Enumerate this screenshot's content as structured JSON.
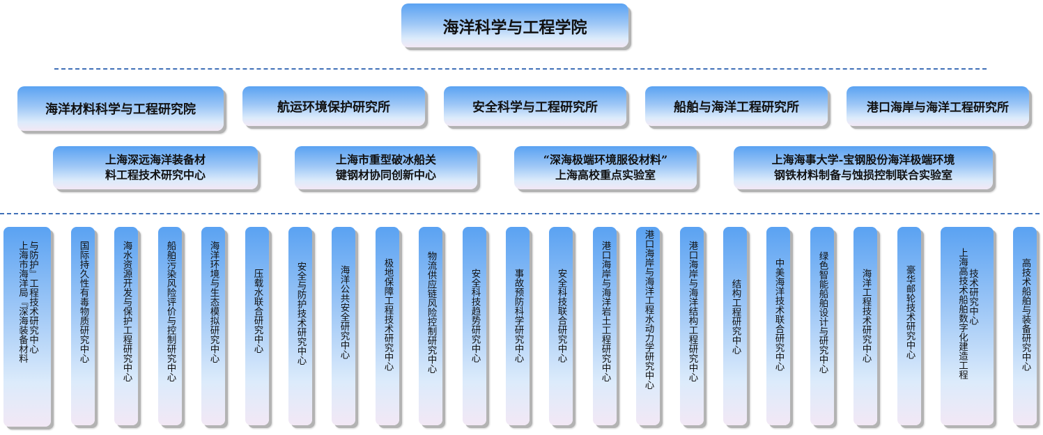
{
  "college": "海洋科学与工程学院",
  "institutes": [
    "海洋材料科学与工程研究院",
    "航运环境保护研究所",
    "安全科学与工程研究所",
    "船舶与海洋工程研究所",
    "港口海岸与海洋工程研究所"
  ],
  "centers": [
    {
      "line1": "上海深远海洋装备材",
      "line2": "料工程技术研究中心"
    },
    {
      "line1": "上海市重型破冰船关",
      "line2": "键钢材协同创新中心"
    },
    {
      "line1": "“深海极端环境服役材料”",
      "line2": "上海高校重点实验室"
    },
    {
      "line1": "上海海事大学-宝钢股份海洋极端环境",
      "line2": "钢铁材料制备与蚀损控制联合实验室"
    }
  ],
  "labs": [
    [
      "与防护』工程技术研究中心",
      "上海市海洋局『深海装备材料"
    ],
    [
      "国际持久性有毒物质研究中心"
    ],
    [
      "海水资源开发与保护工程研究中心"
    ],
    [
      "船舶污染风险评价与控制研究中心"
    ],
    [
      "海洋环境与生态模拟研究中心"
    ],
    [
      "压载水联合研究中心"
    ],
    [
      "安全与防护技术研究中心"
    ],
    [
      "海洋公共安全研究中心"
    ],
    [
      "极地保障工程技术研究中心"
    ],
    [
      "物流供应链风险控制研究中心"
    ],
    [
      "安全科技趋势研究中心"
    ],
    [
      "事故预防科学研究中心"
    ],
    [
      "安全科技联合研究中心"
    ],
    [
      "港口海岸与海洋岩土工程研究中心"
    ],
    [
      "港口海岸与海洋工程水动力学研究中心"
    ],
    [
      "港口海岸与海洋结构工程研究中心"
    ],
    [
      "结构工程研究中心"
    ],
    [
      "中美海洋技术联合研究中心"
    ],
    [
      "绿色智能船舶设计与研究中心"
    ],
    [
      "海洋工程技术研究中心"
    ],
    [
      "豪华邮轮技术研究中心"
    ],
    [
      "技术研究中心",
      "上海高技术船舶数字化建造工程"
    ],
    [
      "高技术船舶与装备研究中心"
    ]
  ]
}
